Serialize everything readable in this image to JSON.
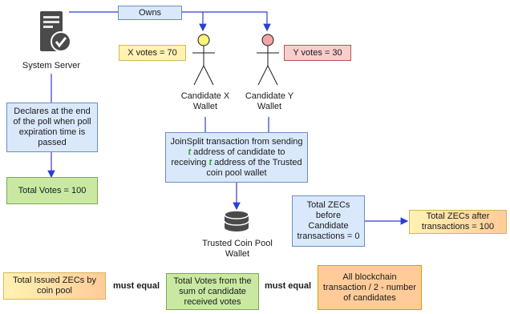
{
  "edge_owns": "Owns",
  "server_label": "System Server",
  "x_votes": "X votes = 70",
  "y_votes": "Y votes = 30",
  "candidate_x": "Candidate X Wallet",
  "candidate_y": "Candidate Y Wallet",
  "declares_text": "Declares at the end of the poll when poll expiration time is passed",
  "total_votes": "Total Votes = 100",
  "joinsplit": {
    "part1": "JoinSplit transaction from sending ",
    "t1": "t",
    "part2": " address of candidate to receiving ",
    "t2": "t",
    "part3": " address of the Trusted coin pool wallet"
  },
  "pool_label": "Trusted Coin Pool Wallet",
  "total_before": "Total ZECs before Candidate transactions = 0",
  "total_after": "Total ZECs after transactions = 100",
  "issued": "Total Issued ZECs by coin pool",
  "must_equal_1": "must equal",
  "sum_votes": "Total Votes from the sum of candidate received votes",
  "must_equal_2": "must equal",
  "blockchain": "All blockchain transaction / 2 - number of candidates",
  "colors": {
    "line": "#2b3fd6",
    "blue_fill": "#dae8fc",
    "green_fill": "#c9e9a3",
    "yellow_fill": "#fff2b3",
    "pink_fill": "#f8cecc",
    "orange_fill": "#ffcc99"
  },
  "icons": [
    "server-check-icon",
    "stick-figure-icon",
    "database-icon"
  ]
}
